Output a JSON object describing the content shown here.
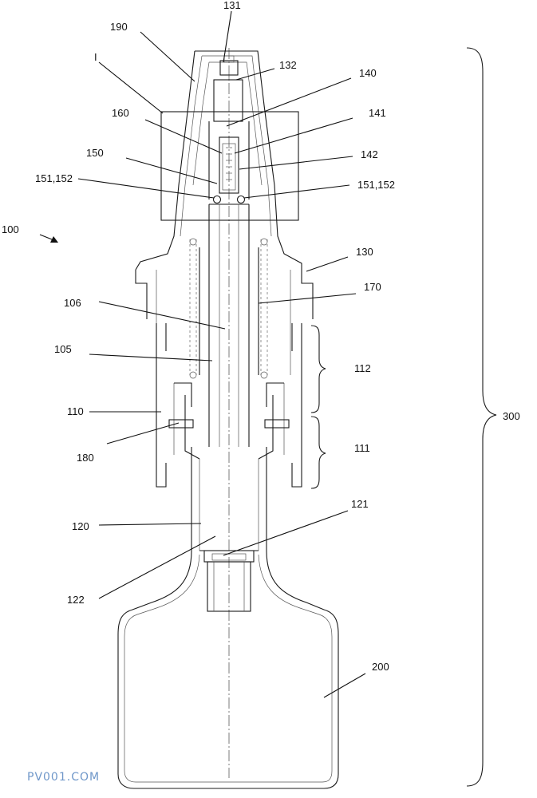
{
  "figure": {
    "labels": {
      "l131": "131",
      "l190": "190",
      "lI": "I",
      "l132": "132",
      "l140": "140",
      "l160": "160",
      "l141": "141",
      "l150": "150",
      "l142": "142",
      "l151_left": "151,152",
      "l151_right": "151,152",
      "l100": "100",
      "l130": "130",
      "l170": "170",
      "l106": "106",
      "l105": "105",
      "l112": "112",
      "l110": "110",
      "l300": "300",
      "l180": "180",
      "l111": "111",
      "l120": "120",
      "l121": "121",
      "l122": "122",
      "l200": "200"
    },
    "watermark": "PV001.COM"
  }
}
